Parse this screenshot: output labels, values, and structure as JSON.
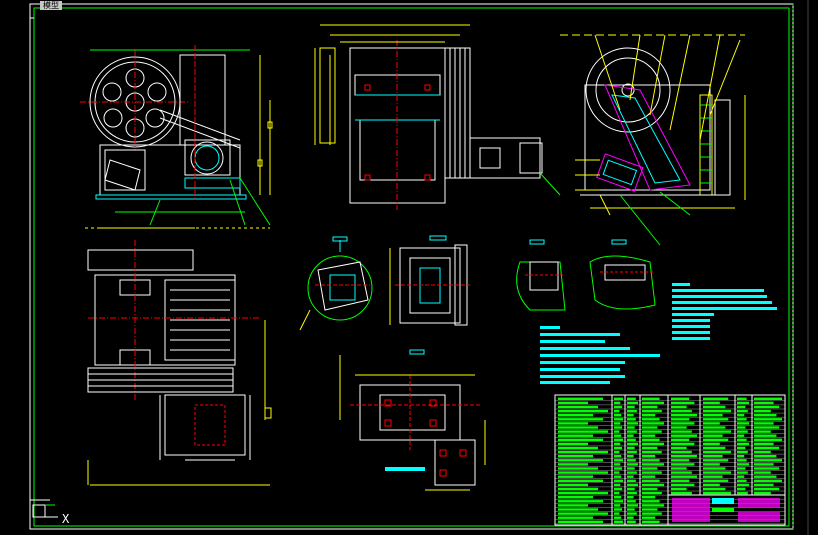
{
  "window": {
    "tab_label": "模型",
    "axis_label": "X"
  },
  "colors": {
    "background": "#000000",
    "border_green": "#00ff00",
    "line_white": "#ffffff",
    "line_yellow": "#ffff00",
    "line_cyan": "#00ffff",
    "line_red": "#ff0000",
    "line_magenta": "#ff00ff",
    "bom_green": "#00ff00"
  },
  "drawing": {
    "views": [
      "front-elevation",
      "top-plan",
      "side-section",
      "base-plan",
      "bearing-detail-a",
      "bearing-detail-b",
      "seal-detail-c",
      "seal-detail-d",
      "frame-detail"
    ],
    "icon_names": [
      "flywheel-icon",
      "motor-icon",
      "jaw-plate-icon",
      "ucs-icon"
    ]
  }
}
